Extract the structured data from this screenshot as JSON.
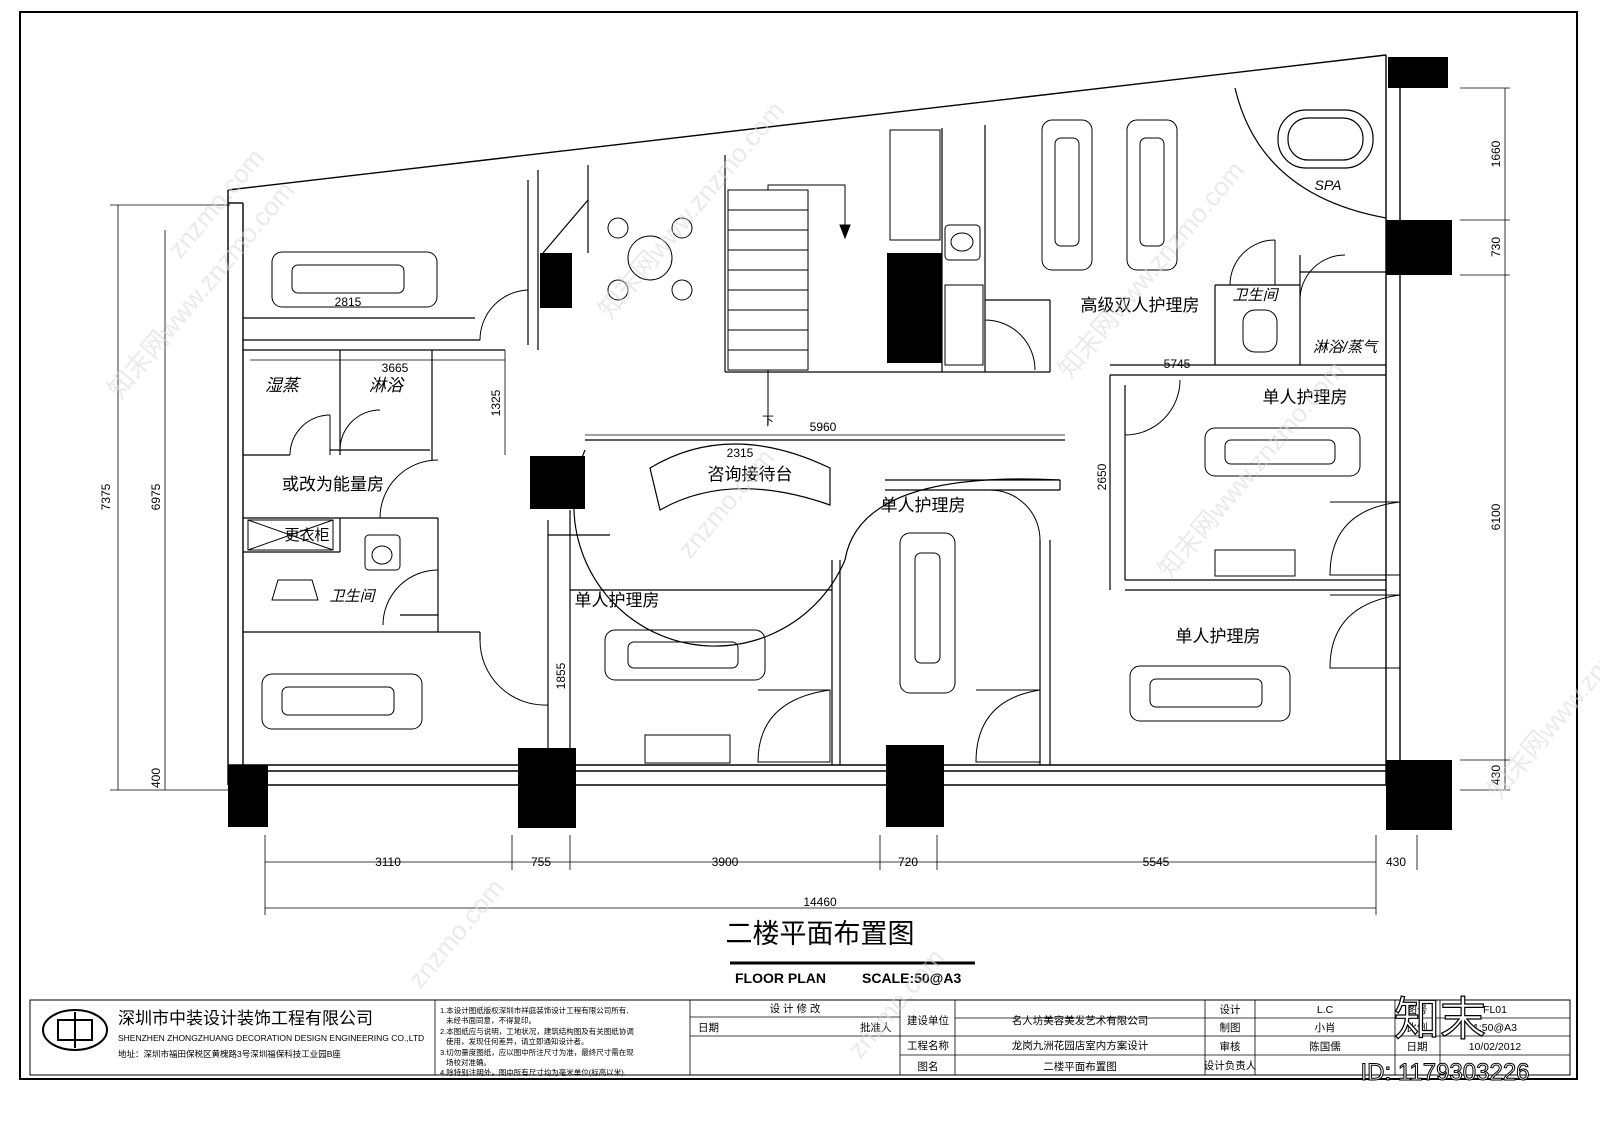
{
  "drawing": {
    "rooms": {
      "left_top_room_dim": "2815",
      "wet_steam": "湿蒸",
      "shower_left": "淋浴",
      "energy_room": "或改为能量房",
      "locker": "更衣柜",
      "toilet_left": "卫生间",
      "single_room_center_left": "单人护理房",
      "reception": "咨询接待台",
      "single_room_center": "单人护理房",
      "double_room": "高级双人护理房",
      "toilet_right": "卫生间",
      "shower_steam": "淋浴/蒸气",
      "single_room_right_top": "单人护理房",
      "single_room_right_bottom": "单人护理房",
      "spa": "SPA",
      "stair_down": "下"
    },
    "dims": {
      "d3665": "3665",
      "d1325": "1325",
      "d5960": "5960",
      "d2315": "2315",
      "d5745": "5745",
      "d2650": "2650",
      "d1855": "1855",
      "left_7375": "7375",
      "left_6975": "6975",
      "left_400": "400",
      "right_1660": "1660",
      "right_730": "730",
      "right_6100": "6100",
      "right_430": "430",
      "bottom": [
        "3110",
        "755",
        "3900",
        "720",
        "5545",
        "430"
      ],
      "total": "14460"
    },
    "title": "二楼平面布置图",
    "subtitle_left": "FLOOR PLAN",
    "subtitle_right": "SCALE:50@A3"
  },
  "title_block": {
    "company_cn": "深圳市中装设计装饰工程有限公司",
    "company_en": "SHENZHEN ZHONGZHUANG DECORATION DESIGN ENGINEERING CO.,LTD",
    "address": "地址：深圳市福田保税区黄槐路3号深圳福保科技工业园B座",
    "notes": [
      "1.本设计图纸版权深圳市祥庭装饰设计工程有限公司所有,",
      "未经书面同意，不得复印。",
      "2.本图纸应与说明，工地状况，建筑结构图及有关图纸协调",
      "使用，发现任何差异，请立即通知设计者。",
      "3.切勿量度图纸，应以图中所注尺寸为准，最终尺寸需在现",
      "场校对准确。",
      "4.除特别注明外，图中所有尺寸均为毫米单位(标高以米)."
    ],
    "revision_header": "设 计 修 改",
    "date_label": "日期",
    "approver_label": "批准人",
    "client_label": "建设单位",
    "client_value": "名人坊美容美发艺术有限公司",
    "project_label": "工程名称",
    "project_value": "龙岗九洲花园店室内方案设计",
    "drawing_label": "图名",
    "drawing_value": "二楼平面布置图",
    "design_label": "设计",
    "design_value": "L.C",
    "draw_label": "制图",
    "draw_value": "小肖",
    "review_label": "审核",
    "review_value": "陈国儒",
    "lead_label": "设计负责人",
    "col_r1_label": "图号",
    "col_r1_value": "FL01",
    "col_r2_label": "比例",
    "col_r2_value": "1:50@A3",
    "col_r3_label": "日期",
    "col_r3_value": "10/02/2012"
  },
  "watermark": {
    "site": "znzmo.com",
    "brand": "知末",
    "brand_sub": "知末网www.znzmo.com",
    "id": "ID: 1179303226"
  }
}
